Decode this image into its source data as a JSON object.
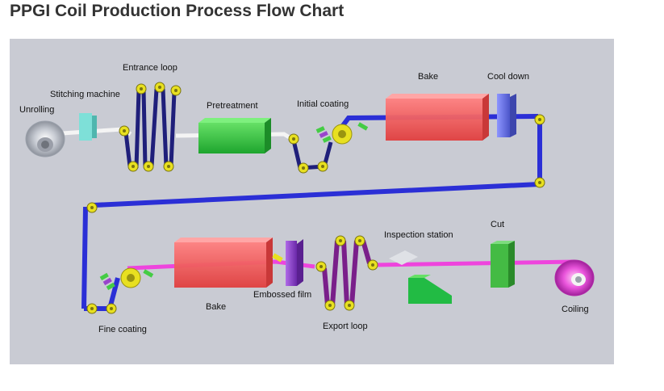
{
  "title": "PPGI Coil Production Process Flow Chart",
  "stages": {
    "unrolling": "Unrolling",
    "stitching_machine": "Stitching machine",
    "entrance_loop": "Entrance loop",
    "pretreatment": "Pretreatment",
    "initial_coating": "Initial coating",
    "bake_top": "Bake",
    "cool_down": "Cool down",
    "fine_coating": "Fine coating",
    "bake_bottom": "Bake",
    "embossed_film": "Embossed film",
    "export_loop": "Export loop",
    "inspection_station": "Inspection station",
    "cut": "Cut",
    "coiling": "Coiling"
  },
  "colors": {
    "background": "#c9cbd3",
    "strip_blue": "#2b2fd6",
    "strip_white": "#f2f2f2",
    "strip_pink": "#ee44dd",
    "loop_navy": "#1f1f7a",
    "loop_purple": "#7a1f8a",
    "pretreatment": "#33cc44",
    "bake": "#f05a5a",
    "cool_down": "#6a74e0",
    "embossed": "#8844cc",
    "cut": "#44bb44",
    "inspection": "#22bb44",
    "roller": "#e8e020",
    "coil_grey": "#bfc3cc",
    "coil_pink": "#ea55dc"
  },
  "icons": {
    "unrolling": "grey-coil-icon",
    "coiling": "pink-coil-icon",
    "roller": "yellow-roller-icon"
  }
}
